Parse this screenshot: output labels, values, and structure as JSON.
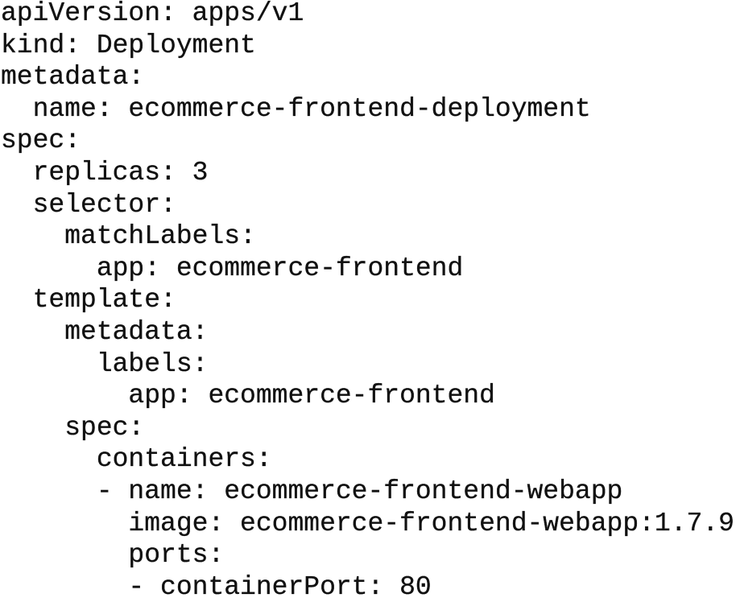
{
  "document": {
    "lines": [
      "apiVersion: apps/v1",
      "kind: Deployment",
      "metadata:",
      "  name: ecommerce-frontend-deployment",
      "spec:",
      "  replicas: 3",
      "  selector:",
      "    matchLabels:",
      "      app: ecommerce-frontend",
      "  template:",
      "    metadata:",
      "      labels:",
      "        app: ecommerce-frontend",
      "    spec:",
      "      containers:",
      "      - name: ecommerce-frontend-webapp",
      "        image: ecommerce-frontend-webapp:1.7.9",
      "        ports:",
      "        - containerPort: 80"
    ]
  }
}
